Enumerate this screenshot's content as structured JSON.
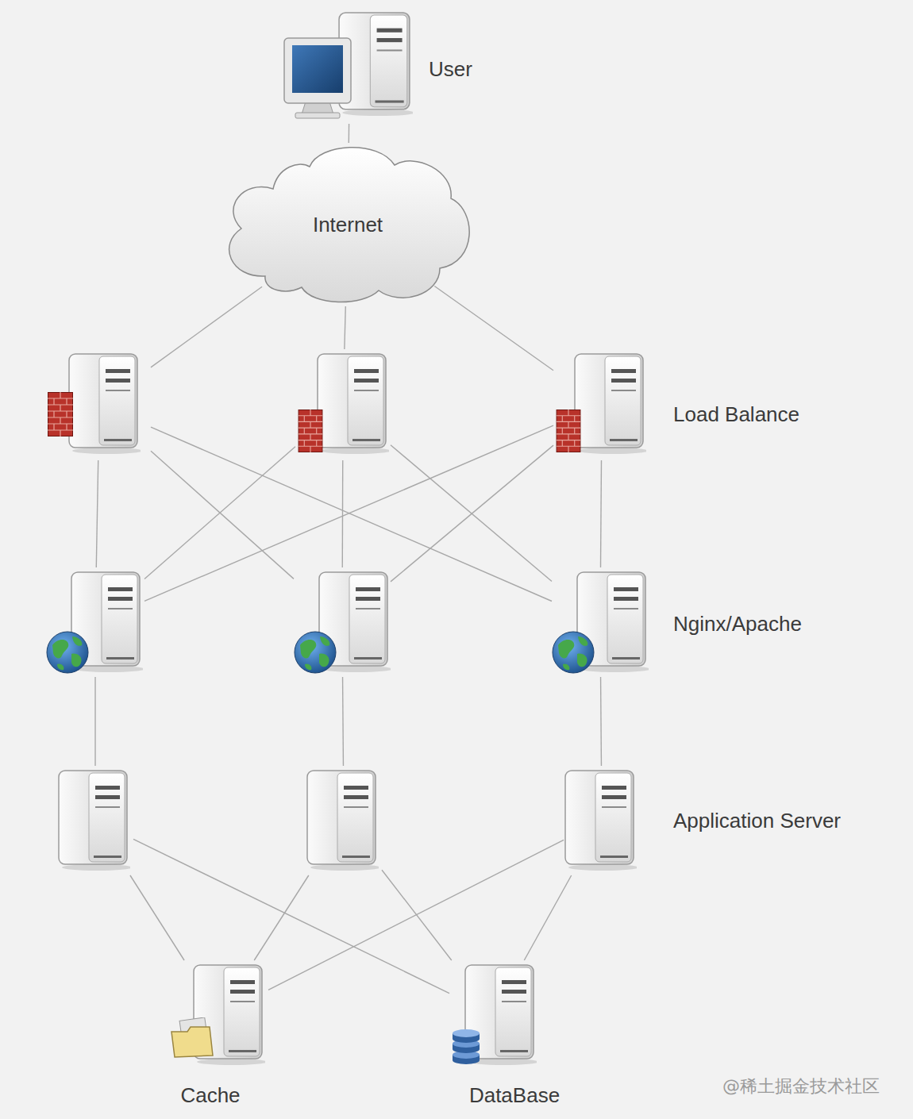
{
  "diagram": {
    "nodes": [
      {
        "text": [
          "User"
        ]
      },
      {
        "text": [
          "Internet"
        ]
      },
      {
        "text": []
      },
      {
        "text": []
      },
      {
        "text": [
          "Load Balance"
        ]
      },
      {
        "text": []
      },
      {
        "text": []
      },
      {
        "text": [
          "Nginx/Apache"
        ]
      },
      {
        "text": []
      },
      {
        "text": []
      },
      {
        "text": [
          "Application Server"
        ]
      },
      {
        "text": [
          "Cache"
        ]
      },
      {
        "text": [
          "DataBase"
        ]
      }
    ],
    "edges": [
      {
        "from": 0,
        "to": 1,
        "arrow": "none"
      },
      {
        "from": 1,
        "to": 2,
        "arrow": "none"
      },
      {
        "from": 1,
        "to": 3,
        "arrow": "none"
      },
      {
        "from": 1,
        "to": 4,
        "arrow": "none"
      },
      {
        "from": 2,
        "to": 5,
        "arrow": "none"
      },
      {
        "from": 2,
        "to": 6,
        "arrow": "none"
      },
      {
        "from": 2,
        "to": 7,
        "arrow": "none"
      },
      {
        "from": 3,
        "to": 5,
        "arrow": "none"
      },
      {
        "from": 3,
        "to": 6,
        "arrow": "none"
      },
      {
        "from": 3,
        "to": 7,
        "arrow": "none"
      },
      {
        "from": 4,
        "to": 5,
        "arrow": "none"
      },
      {
        "from": 4,
        "to": 6,
        "arrow": "none"
      },
      {
        "from": 4,
        "to": 7,
        "arrow": "none"
      },
      {
        "from": 5,
        "to": 8,
        "arrow": "none"
      },
      {
        "from": 6,
        "to": 9,
        "arrow": "none"
      },
      {
        "from": 7,
        "to": 10,
        "arrow": "none"
      },
      {
        "from": 8,
        "to": 11,
        "arrow": "none"
      },
      {
        "from": 8,
        "to": 12,
        "arrow": "none"
      },
      {
        "from": 9,
        "to": 11,
        "arrow": "none"
      },
      {
        "from": 9,
        "to": 12,
        "arrow": "none"
      },
      {
        "from": 10,
        "to": 11,
        "arrow": "none"
      },
      {
        "from": 10,
        "to": 12,
        "arrow": "none"
      }
    ],
    "labels": [
      "@稀土掘金技术社区"
    ]
  }
}
